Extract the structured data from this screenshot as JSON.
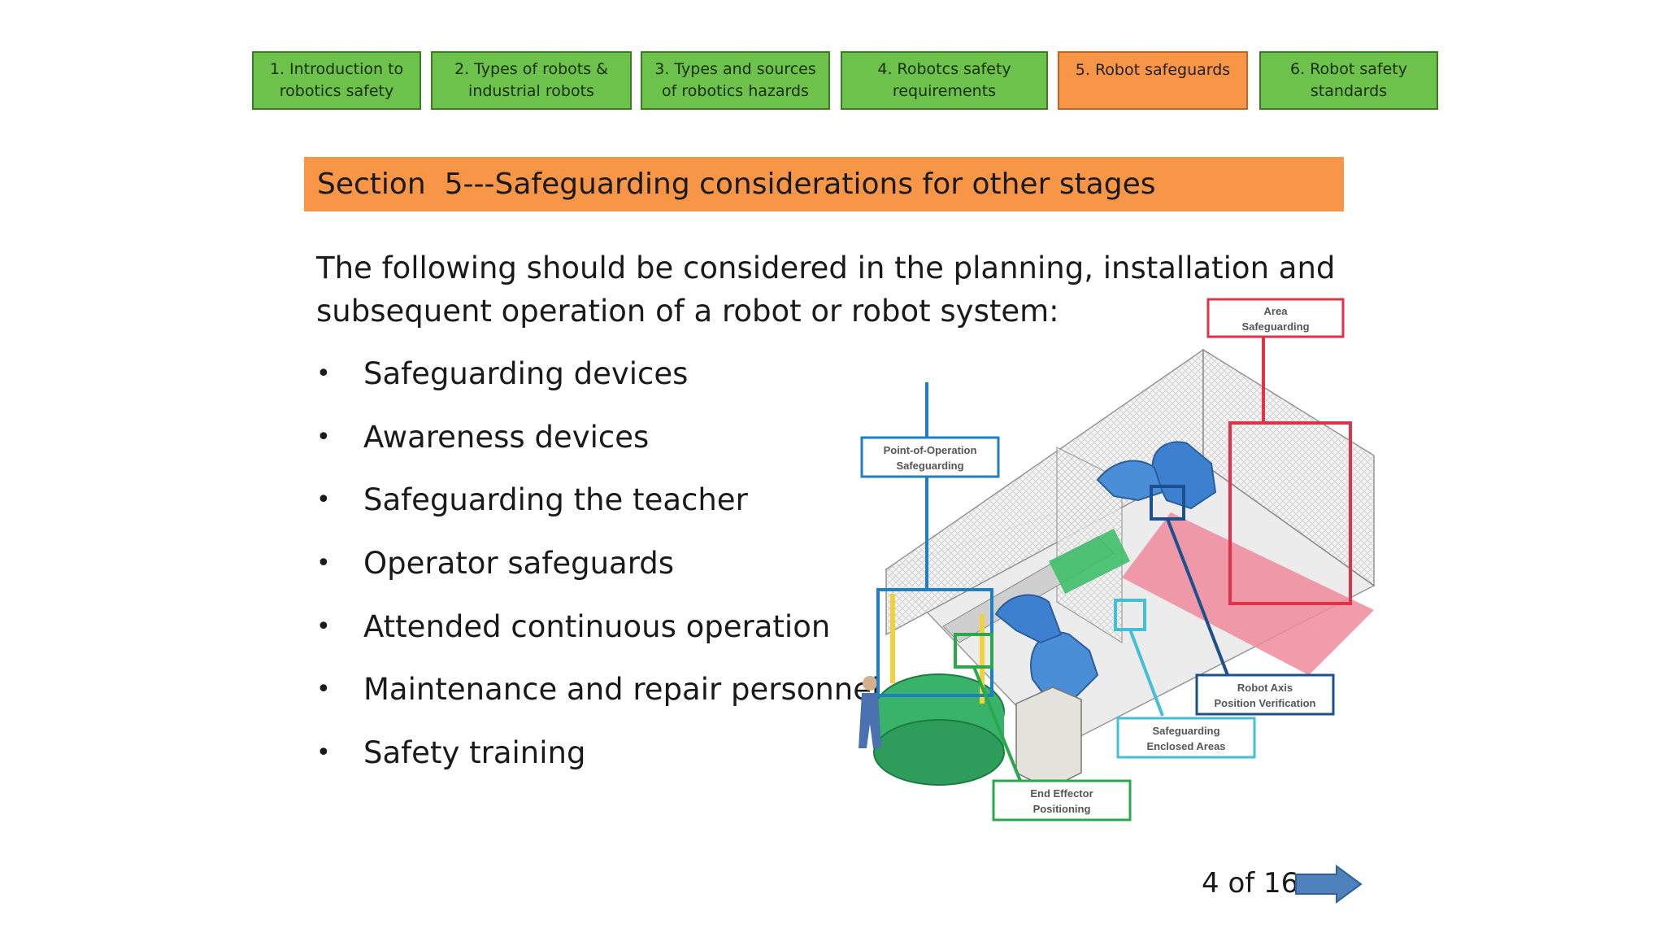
{
  "nav": {
    "tabs": [
      {
        "label": "1. Introduction to\nrobotics safety",
        "active": false
      },
      {
        "label": "2. Types of robots &\nindustrial robots",
        "active": false
      },
      {
        "label": "3. Types and sources\nof robotics hazards",
        "active": false
      },
      {
        "label": "4. Robotcs safety\nrequirements",
        "active": false
      },
      {
        "label": "5. Robot safeguards",
        "active": true
      },
      {
        "label": "6. Robot safety\nstandards",
        "active": false
      }
    ]
  },
  "section": {
    "title": "Section  5---Safeguarding considerations for other stages"
  },
  "content": {
    "intro": "The following should be considered in the planning, installation and subsequent operation of a robot or robot system:",
    "bullets": [
      "Safeguarding devices",
      "Awareness devices",
      "Safeguarding the teacher",
      "Operator safeguards",
      "Attended continuous operation",
      "Maintenance and repair personnel",
      "Safety training"
    ]
  },
  "diagram": {
    "labels": {
      "area": [
        "Area",
        "Safeguarding"
      ],
      "point": [
        "Point-of-Operation",
        "Safeguarding"
      ],
      "axis": [
        "Robot Axis",
        "Position Verification"
      ],
      "enclosed": [
        "Safeguarding",
        "Enclosed Areas"
      ],
      "effector": [
        "End Effector",
        "Positioning"
      ]
    }
  },
  "pager": {
    "text": "4 of 16"
  },
  "colors": {
    "nav_green": "#6cc24a",
    "nav_active": "#f79646",
    "section_bar": "#f79646",
    "arrow": "#4f81bd"
  }
}
